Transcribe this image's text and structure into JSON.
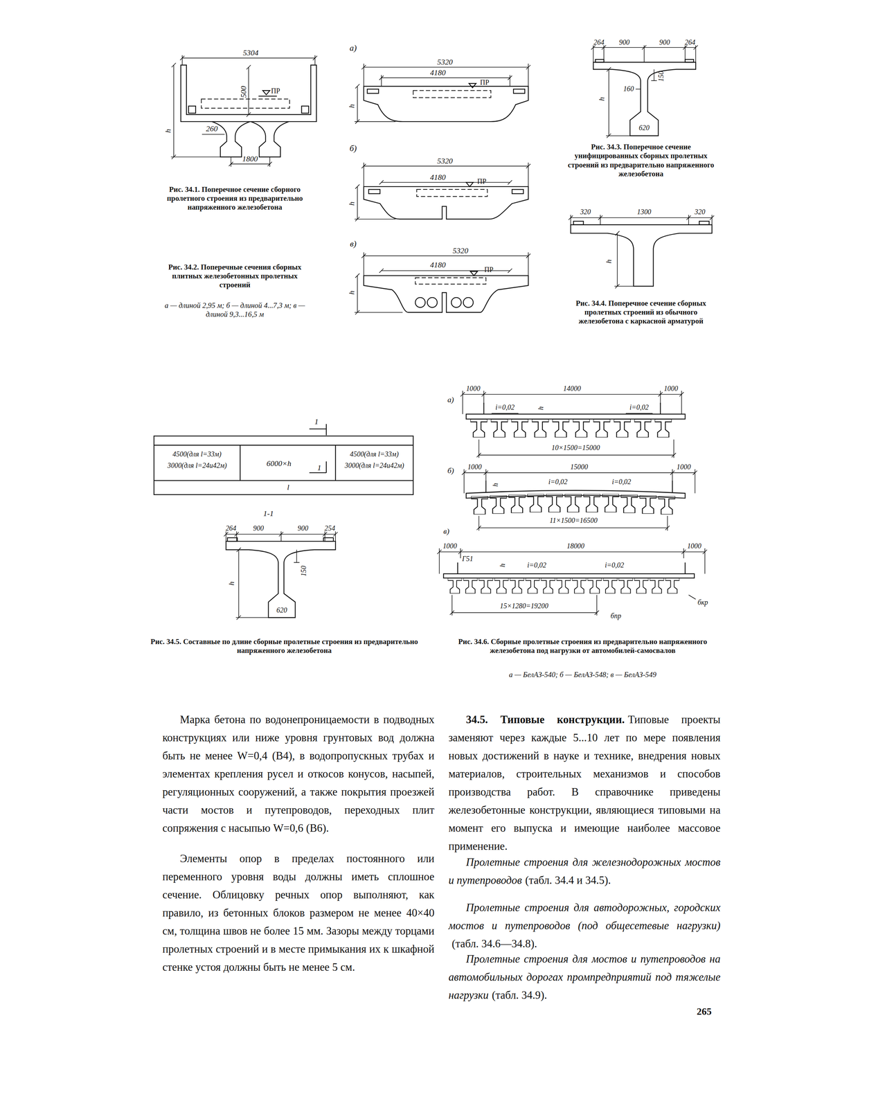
{
  "diagram": {
    "labels": [
      "5304",
      "500",
      "ПР",
      "h",
      "260",
      "1800",
      "Рис. 34.1. Поперечное сечение сборного пролетного строения из предварительно напряженного железобетона",
      "а)",
      "5320",
      "4180",
      "ПР",
      "h",
      "б)",
      "5320",
      "4180",
      "ПР",
      "h",
      "в)",
      "5320",
      "4180",
      "ПР",
      "h",
      "Рис. 34.2. Поперечные сечения сборных плитных железобетонных пролетных строений",
      "а — длиной 2,95 м; б — длиной 4...7,3 м; в — длиной 9,3...16,5 м",
      "264",
      "900",
      "900",
      "264",
      "h",
      "160",
      "150",
      "620",
      "Рис. 34.3. Поперечное сечение унифицированных сборных пролетных строений из предварительно напряженного железобетона",
      "320",
      "1300",
      "320",
      "h",
      "Рис. 34.4. Поперечное сечение сборных пролетных строений из обычного железобетона с каркасной арматурой",
      "1",
      "4500(для l=33м)",
      "3000(для l=24и42м)",
      "6000×h",
      "1",
      "4500(для l=33м)",
      "3000(для l=24и42м)",
      "l",
      "1-1",
      "264",
      "900",
      "900",
      "254",
      "h",
      "150",
      "620",
      "Рис. 34.5. Составные по длине сборные пролетные строения из предварительно напряженного железобетона",
      "а)",
      "1000",
      "14000",
      "1000",
      "i=0,02",
      "h",
      "i=0,02",
      "10×1500=15000",
      "б)",
      "1000",
      "15000",
      "1000",
      "h",
      "i=0,02",
      "i=0,02",
      "11×1500=16500",
      "в)",
      "1000",
      "18000",
      "1000",
      "Г51",
      "h",
      "i=0,02",
      "i=0,02",
      "15×1280=19200",
      "бпр",
      "бкр",
      "Рис. 34.6. Сборные пролетные строения из предварительно напряженного железобетона под нагрузки от автомобилей-самосвалов",
      "а — БелАЗ-540; б — БелАЗ-548; в — БелАЗ-549",
      "Марка бетона по водонепроницаемости в подводных конструкциях или ниже уровня грунтовых вод должна быть не менее W=0,4 (В4), в водопропускных трубах и элементах крепления русел и откосов конусов, насыпей, регуляционных сооружений, а также покрытия проезжей части мостов и путепроводов, переходных плит сопряжения с насыпью W=0,6 (В6).",
      "Элементы опор в пределах постоянного или переменного уровня воды должны иметь сплошное сечение. Облицовку речных опор выполняют, как правило, из бетонных блоков размером не менее 40×40 см, толщина швов не более 15 мм. Зазоры между торцами пролетных строений и в месте примыкания их к шкафной стенке устоя должны быть не менее 5 см.",
      "34.5. Типовые конструкции.",
      "Типовые проекты заменяют через каждые 5...10 лет по мере появления новых достижений в науке и технике, внедрения новых материалов, строительных механизмов и способов производства работ. В справочнике приведены железобетонные конструкции, являющиеся типовыми на момент его выпуска и имеющие наиболее массовое применение.",
      "Пролетные строения для железнодорожных мостов и путепроводов",
      "(табл. 34.4 и 34.5).",
      "Пролетные строения для автодорожных, городских мостов и путепроводов (под общесетевые нагрузки)",
      "(табл. 34.6—34.8).",
      "Пролетные строения для мостов и путепроводов на автомобильных дорогах промпредприятий под тяжелые нагрузки",
      "(табл. 34.9).",
      "265"
    ]
  }
}
